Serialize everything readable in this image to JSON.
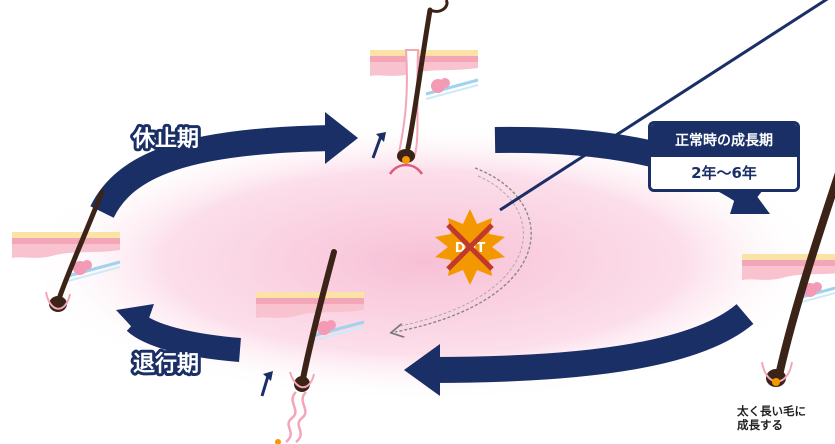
{
  "labels": {
    "telogen": "休止期",
    "catagen": "退行期",
    "anagen_title": "正常時の成長期",
    "anagen_duration": "2年〜6年",
    "caption_line1": "太く長い毛に",
    "caption_line2": "成長する",
    "dht": "DHT"
  },
  "colors": {
    "arrow": "#1a2f66",
    "glow": "#f9c9dc",
    "skin": "#f6b7c6",
    "skin_top": "#fbe3a6",
    "hair": "#3b2417",
    "dht_burst": "#f39800",
    "cross": "#c0392b"
  },
  "icons": [
    "up-arrow-icon",
    "dht-burst-icon",
    "cross-icon"
  ]
}
